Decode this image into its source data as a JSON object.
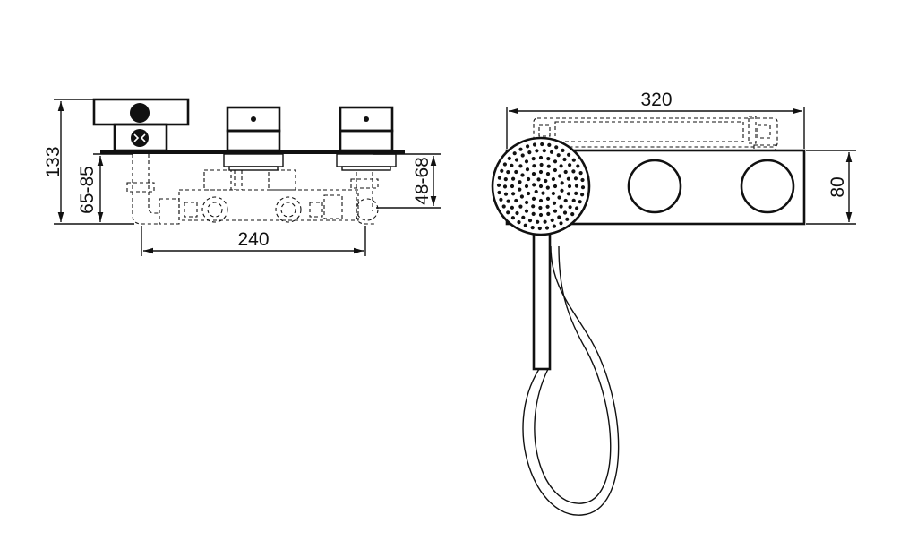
{
  "dimensions": {
    "total_height": "133",
    "wall_depth_range": "65-85",
    "mixer_depth_range": "48-68",
    "inlet_spacing": "240",
    "plate_width": "320",
    "plate_height": "80"
  },
  "colors": {
    "line": "#111111",
    "background": "#ffffff"
  }
}
